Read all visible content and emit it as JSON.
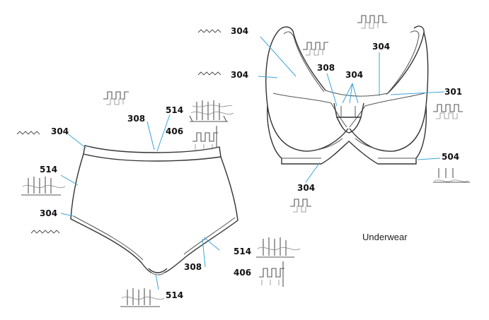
{
  "caption": "Underwear",
  "labels": {
    "bra_304_top": "304",
    "bra_304_mid": "304",
    "bra_308": "308",
    "bra_304_center": "304",
    "bra_304_right": "304",
    "bra_301": "301",
    "bra_504": "504",
    "bra_304_bottom": "304",
    "brief_308": "308",
    "brief_514_top": "514",
    "brief_406_top": "406",
    "brief_304_waist": "304",
    "brief_514_left": "514",
    "brief_304_left": "304",
    "brief_514_right": "514",
    "brief_308_bottom": "308",
    "brief_406_right": "406",
    "brief_514_bottom": "514"
  }
}
